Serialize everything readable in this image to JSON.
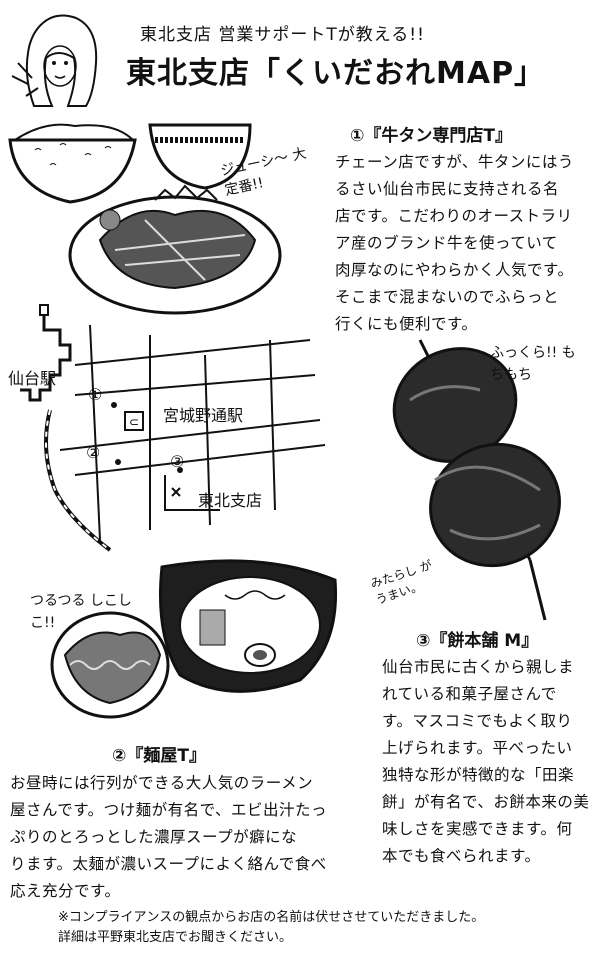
{
  "header": {
    "subtitle": "東北支店 営業サポートTが教える!!",
    "title": "東北支店「くいだおれMAP」"
  },
  "shop1": {
    "heading": "①『牛タン専門店T』",
    "callout": "ジューシ〜 大定番!!",
    "lines": [
      "チェーン店ですが、牛タンにはう",
      "るさい仙台市民に支持される名",
      "店です。こだわりのオーストラリ",
      "ア産のブランド牛を使っていて",
      "肉厚なのにやわらかく人気です。",
      "そこまで混まないのでふらっと",
      "行くにも便利です。"
    ]
  },
  "map": {
    "sendai_station": "仙台駅",
    "miyagino_station": "宮城野通駅",
    "branch": "東北支店",
    "marker1": "①",
    "marker2": "②",
    "marker3": "③"
  },
  "shop3": {
    "callout_top": "ふっくら!! もちもち",
    "callout_bottom": "みたらし がうまい。",
    "heading": "③『餅本舗 M』",
    "lines": [
      "仙台市民に古くから親しま",
      "れている和菓子屋さんで",
      "す。マスコミでもよく取り",
      "上げられます。平べったい",
      "独特な形が特徴的な「田楽",
      "餅」が有名で、お餅本来の美",
      "味しさを実感できます。何",
      "本でも食べられます。"
    ]
  },
  "shop2": {
    "callout": "つるつる しこしこ!!",
    "heading": "②『麺屋T』",
    "lines": [
      "お昼時には行列ができる大人気のラーメン",
      "屋さんです。つけ麺が有名で、エビ出汁たっ",
      "ぷりのとろっとした濃厚スープが癖にな",
      "ります。太麺が濃いスープによく絡んで食べ",
      "応え充分です。"
    ]
  },
  "footer": {
    "line1": "※コンプライアンスの観点からお店の名前は伏せさせていただきました。",
    "line2": "詳細は平野東北支店でお聞きください。"
  }
}
